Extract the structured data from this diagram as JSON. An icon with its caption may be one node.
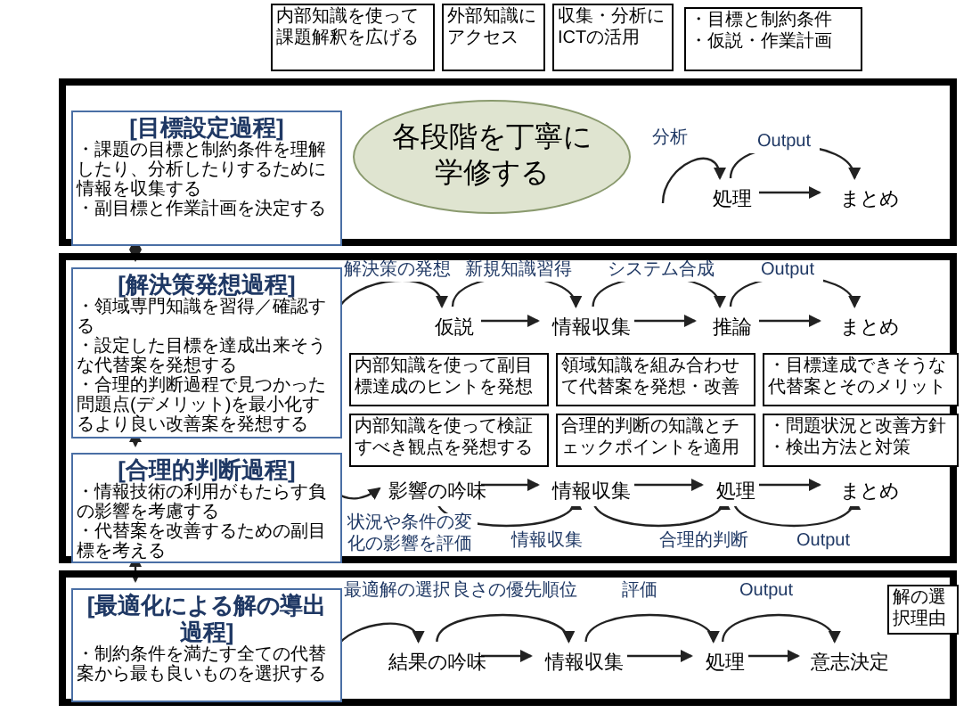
{
  "diagram": {
    "nodes": [
      {
        "text": [
          "内部知識を使って課題解釈を広げる"
        ]
      },
      {
        "text": [
          "外部知識にアクセス"
        ]
      },
      {
        "text": [
          "収集・分析にICTの活用"
        ]
      },
      {
        "text": [
          "・目標と制約条件",
          "・仮説・作業計画"
        ]
      },
      {
        "text": [],
        "shape": "box"
      },
      {
        "text": [
          "[目標設定過程]",
          "・課題の目標と制約条件を理解したり、分析したりするために情報を収集する",
          "・副目標と作業計画を決定する"
        ],
        "in": 4
      },
      {
        "text": [
          "処理"
        ],
        "in": 4
      },
      {
        "text": [
          "まとめ"
        ],
        "in": 4
      },
      {
        "text": [
          "各段階を丁寧に学修する"
        ],
        "in": 4
      },
      {
        "text": [],
        "shape": "box"
      },
      {
        "text": [
          "[解決策発想過程]",
          "・領域専門知識を習得／確認する",
          "・設定した目標を達成出来そうな代替案を発想する",
          "・合理的判断過程で見つかった問題点(デメリット)を最小化するより良い改善案を発想する"
        ],
        "in": 9
      },
      {
        "text": [
          "仮説"
        ],
        "in": 9
      },
      {
        "text": [
          "情報収集"
        ],
        "in": 9
      },
      {
        "text": [
          "推論"
        ],
        "in": 9
      },
      {
        "text": [
          "まとめ"
        ],
        "in": 9
      },
      {
        "text": [
          "内部知識を使って副目標達成のヒントを発想"
        ],
        "in": 9
      },
      {
        "text": [
          "領域知識を組み合わせて代替案を発想・改善"
        ],
        "in": 9
      },
      {
        "text": [
          "・目標達成できそうな代替案とそのメリット"
        ],
        "in": 9
      },
      {
        "text": [
          "内部知識を使って検証すべき観点を発想する"
        ],
        "in": 9
      },
      {
        "text": [
          "合理的判断の知識とチェックポイントを適用"
        ],
        "in": 9
      },
      {
        "text": [
          "・問題状況と改善方針",
          "・検出方法と対策"
        ],
        "in": 9
      },
      {
        "text": [
          "[合理的判断過程]",
          "・情報技術の利用がもたらす負の影響を考慮する",
          "・代替案を改善するための副目標を考える"
        ],
        "in": 9
      },
      {
        "text": [
          "影響の吟味"
        ],
        "in": 9
      },
      {
        "text": [
          "情報収集"
        ],
        "in": 9
      },
      {
        "text": [
          "処理"
        ],
        "in": 9
      },
      {
        "text": [
          "まとめ"
        ],
        "in": 9
      },
      {
        "text": [],
        "shape": "box"
      },
      {
        "text": [
          "[最適化による解の導出過程]",
          "・制約条件を満たす全ての代替案から最も良いものを選択する"
        ],
        "in": 26
      },
      {
        "text": [
          "結果の吟味"
        ],
        "in": 26
      },
      {
        "text": [
          "情報収集"
        ],
        "in": 26
      },
      {
        "text": [
          "処理"
        ],
        "in": 26
      },
      {
        "text": [
          "意志決定"
        ],
        "in": 26
      },
      {
        "text": [
          "解の選択理由"
        ],
        "in": 26
      }
    ],
    "edges": [
      {
        "from": 5,
        "to": 10,
        "arrow": "both"
      },
      {
        "from": 10,
        "to": 21,
        "arrow": "both"
      },
      {
        "from": 21,
        "to": 27,
        "arrow": "both"
      },
      {
        "from": null,
        "to": 6,
        "arrow": "to",
        "label": "分析"
      },
      {
        "from": 6,
        "to": 7,
        "arrow": "to"
      },
      {
        "from": 6,
        "to": 7,
        "arrow": "to",
        "label": "Output"
      },
      {
        "from": 10,
        "to": 11,
        "arrow": "to",
        "label": "解決策の発想"
      },
      {
        "from": 11,
        "to": 12,
        "arrow": "to",
        "label": "新規知識習得"
      },
      {
        "from": 12,
        "to": 13,
        "arrow": "to",
        "label": "システム合成"
      },
      {
        "from": 13,
        "to": 14,
        "arrow": "to",
        "label": "Output"
      },
      {
        "from": 11,
        "to": 12,
        "arrow": "to"
      },
      {
        "from": 12,
        "to": 13,
        "arrow": "to"
      },
      {
        "from": 13,
        "to": 14,
        "arrow": "to"
      },
      {
        "from": 21,
        "to": 22,
        "arrow": "to",
        "label": "状況や条件の変化の影響を評価"
      },
      {
        "from": 22,
        "to": 23,
        "arrow": "to",
        "label": "情報収集"
      },
      {
        "from": 23,
        "to": 24,
        "arrow": "to",
        "label": "合理的判断"
      },
      {
        "from": 24,
        "to": 25,
        "arrow": "to",
        "label": "Output"
      },
      {
        "from": 22,
        "to": 23,
        "arrow": "to"
      },
      {
        "from": 23,
        "to": 24,
        "arrow": "to"
      },
      {
        "from": 24,
        "to": 25,
        "arrow": "to"
      },
      {
        "from": 27,
        "to": 28,
        "arrow": "to",
        "label": "最適解の選択"
      },
      {
        "from": 28,
        "to": 29,
        "arrow": "to",
        "label": "良さの優先順位"
      },
      {
        "from": 29,
        "to": 30,
        "arrow": "to",
        "label": "評価"
      },
      {
        "from": 30,
        "to": 31,
        "arrow": "to",
        "label": "Output"
      },
      {
        "from": 28,
        "to": 29,
        "arrow": "to"
      },
      {
        "from": 29,
        "to": 30,
        "arrow": "to"
      },
      {
        "from": 30,
        "to": 31,
        "arrow": "to"
      }
    ]
  }
}
